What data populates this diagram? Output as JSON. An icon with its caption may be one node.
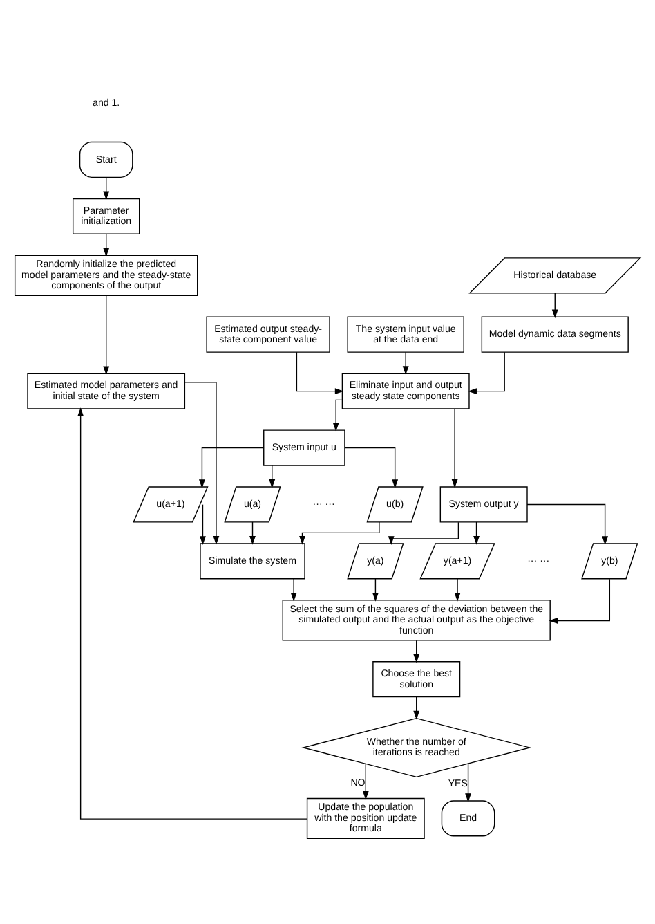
{
  "diagram": {
    "nodes": [
      {
        "text": [
          "Start"
        ]
      },
      {
        "text": [
          "Parameter initialization"
        ]
      },
      {
        "text": [
          "Randomly initialize the predicted model parameters and the steady-state components of the output"
        ]
      },
      {
        "text": [
          "Historical database"
        ]
      },
      {
        "text": [
          "Model dynamic data segments"
        ]
      },
      {
        "text": [
          "Estimated output steady-state component value"
        ]
      },
      {
        "text": [
          "The system input value at the data end"
        ]
      },
      {
        "text": [
          "Eliminate input and output steady state components"
        ]
      },
      {
        "text": [
          "Estimated model parameters and initial state of the system"
        ]
      },
      {
        "text": [
          "System input u"
        ]
      },
      {
        "text": [
          "System output y"
        ]
      },
      {
        "text": [
          "u(a)"
        ]
      },
      {
        "text": [
          "u(a+1)"
        ]
      },
      {
        "text": [
          "u(b)"
        ]
      },
      {
        "text": [
          "Simulate the system"
        ]
      },
      {
        "text": [
          "y(a)"
        ]
      },
      {
        "text": [
          "y(a+1)"
        ]
      },
      {
        "text": [
          "y(b)"
        ]
      },
      {
        "text": [
          "Select the sum of the squares of the deviation between the simulated output and the actual output as the objective function"
        ]
      },
      {
        "text": [
          "Choose the best solution"
        ]
      },
      {
        "text": [
          "Whether the number of iterations is reached"
        ]
      },
      {
        "text": [
          "Update the population with the position update formula"
        ]
      },
      {
        "text": [
          "End"
        ]
      }
    ],
    "edges": [
      {
        "from": 0,
        "to": 1,
        "arrow": "to"
      },
      {
        "from": 1,
        "to": 2,
        "arrow": "to"
      },
      {
        "from": 2,
        "to": 8,
        "arrow": "to"
      },
      {
        "from": 3,
        "to": 4,
        "arrow": "to"
      },
      {
        "from": 4,
        "to": 7,
        "arrow": "to"
      },
      {
        "from": 5,
        "to": 7,
        "arrow": "to"
      },
      {
        "from": 6,
        "to": 7,
        "arrow": "to"
      },
      {
        "from": 7,
        "to": 9,
        "arrow": "to"
      },
      {
        "from": 7,
        "to": 10,
        "arrow": "to"
      },
      {
        "from": 9,
        "to": 11,
        "arrow": "to"
      },
      {
        "from": 9,
        "to": 12,
        "arrow": "to"
      },
      {
        "from": 9,
        "to": 13,
        "arrow": "to"
      },
      {
        "from": 8,
        "to": 14,
        "arrow": "to"
      },
      {
        "from": 11,
        "to": 14,
        "arrow": "to"
      },
      {
        "from": 12,
        "to": 14,
        "arrow": "to"
      },
      {
        "from": 13,
        "to": 14,
        "arrow": "to"
      },
      {
        "from": 10,
        "to": 15,
        "arrow": "to"
      },
      {
        "from": 10,
        "to": 16,
        "arrow": "to"
      },
      {
        "from": 10,
        "to": 17,
        "arrow": "to"
      },
      {
        "from": 14,
        "to": 18,
        "arrow": "to"
      },
      {
        "from": 15,
        "to": 18,
        "arrow": "to"
      },
      {
        "from": 16,
        "to": 18,
        "arrow": "to"
      },
      {
        "from": 17,
        "to": 18,
        "arrow": "to"
      },
      {
        "from": 18,
        "to": 19,
        "arrow": "to"
      },
      {
        "from": 19,
        "to": 20,
        "arrow": "to"
      },
      {
        "from": 20,
        "to": 22,
        "label": "YES",
        "arrow": "to"
      },
      {
        "from": 20,
        "to": 21,
        "label": "NO",
        "arrow": "to"
      },
      {
        "from": 21,
        "to": 8,
        "arrow": "to"
      }
    ],
    "labels": [
      "and 1.",
      "··· ···",
      "··· ···"
    ]
  }
}
